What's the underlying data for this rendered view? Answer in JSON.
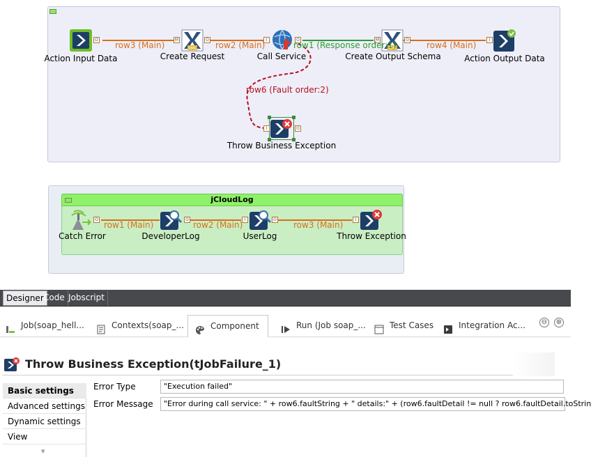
{
  "designer": {
    "main_subjob": {
      "components": [
        {
          "id": "action-input-data",
          "label": "Action Input Data",
          "icon": "action-input-icon"
        },
        {
          "id": "create-request",
          "label": "Create Request",
          "icon": "xml-map-icon"
        },
        {
          "id": "call-service",
          "label": "Call Service",
          "icon": "soap-service-icon"
        },
        {
          "id": "create-output-schema",
          "label": "Create Output Schema",
          "icon": "xml-map-icon"
        },
        {
          "id": "action-output-data",
          "label": "Action Output Data",
          "icon": "action-output-icon"
        },
        {
          "id": "throw-business-exception",
          "label": "Throw Business Exception",
          "icon": "job-failure-icon"
        }
      ],
      "links": [
        {
          "label": "row3 (Main)",
          "color": "#d86d1a"
        },
        {
          "label": "row2 (Main)",
          "color": "#d86d1a"
        },
        {
          "label": "row1 (Response order:1)",
          "color": "#2e9a35"
        },
        {
          "label": "row4 (Main)",
          "color": "#d86d1a"
        },
        {
          "label": "row6 (Fault order:2)",
          "color": "#b40f1e"
        }
      ]
    },
    "cloudlog_subjob": {
      "title": "jCloudLog",
      "components": [
        {
          "id": "catch-error",
          "label": "Catch Error",
          "icon": "catch-error-icon"
        },
        {
          "id": "developer-log",
          "label": "DeveloperLog",
          "icon": "log-icon"
        },
        {
          "id": "user-log",
          "label": "UserLog",
          "icon": "log-icon"
        },
        {
          "id": "throw-exception",
          "label": "Throw Exception",
          "icon": "job-failure-icon"
        }
      ],
      "links": [
        {
          "label": "row1 (Main)"
        },
        {
          "label": "row2 (Main)"
        },
        {
          "label": "row3 (Main)"
        }
      ]
    },
    "tabs": [
      "Designer",
      "Code",
      "Jobscript"
    ],
    "active_tab": "Designer"
  },
  "views": {
    "tabs": [
      {
        "label": "Job(soap_hell...",
        "icon": "job-icon"
      },
      {
        "label": "Contexts(soap_...",
        "icon": "contexts-icon"
      },
      {
        "label": "Component",
        "icon": "palette-icon",
        "active": true
      },
      {
        "label": "Run (Job soap_...",
        "icon": "run-icon"
      },
      {
        "label": "Test Cases",
        "icon": "test-cases-icon"
      },
      {
        "label": "Integration Ac...",
        "icon": "integration-icon"
      }
    ],
    "minimize_symbol": "⊖",
    "maximize_symbol": "⊕"
  },
  "component_view": {
    "title": "Throw Business Exception(tJobFailure_1)",
    "nav": [
      "Basic settings",
      "Advanced settings",
      "Dynamic settings",
      "View"
    ],
    "active_nav": "Basic settings",
    "fields": {
      "error_type": {
        "label": "Error Type",
        "value": "\"Execution failed\""
      },
      "error_message": {
        "label": "Error Message",
        "value": "\"Error during call service: \" + row6.faultString + \" details:\" + (row6.faultDetail != null ? row6.faultDetail.toStrin"
      }
    }
  },
  "colors": {
    "main_link": "#d86d1a",
    "response_link": "#2e9a35",
    "fault_link": "#b40f1e",
    "subjob_header": "#8ff06a",
    "tab_bar": "#48494d"
  }
}
